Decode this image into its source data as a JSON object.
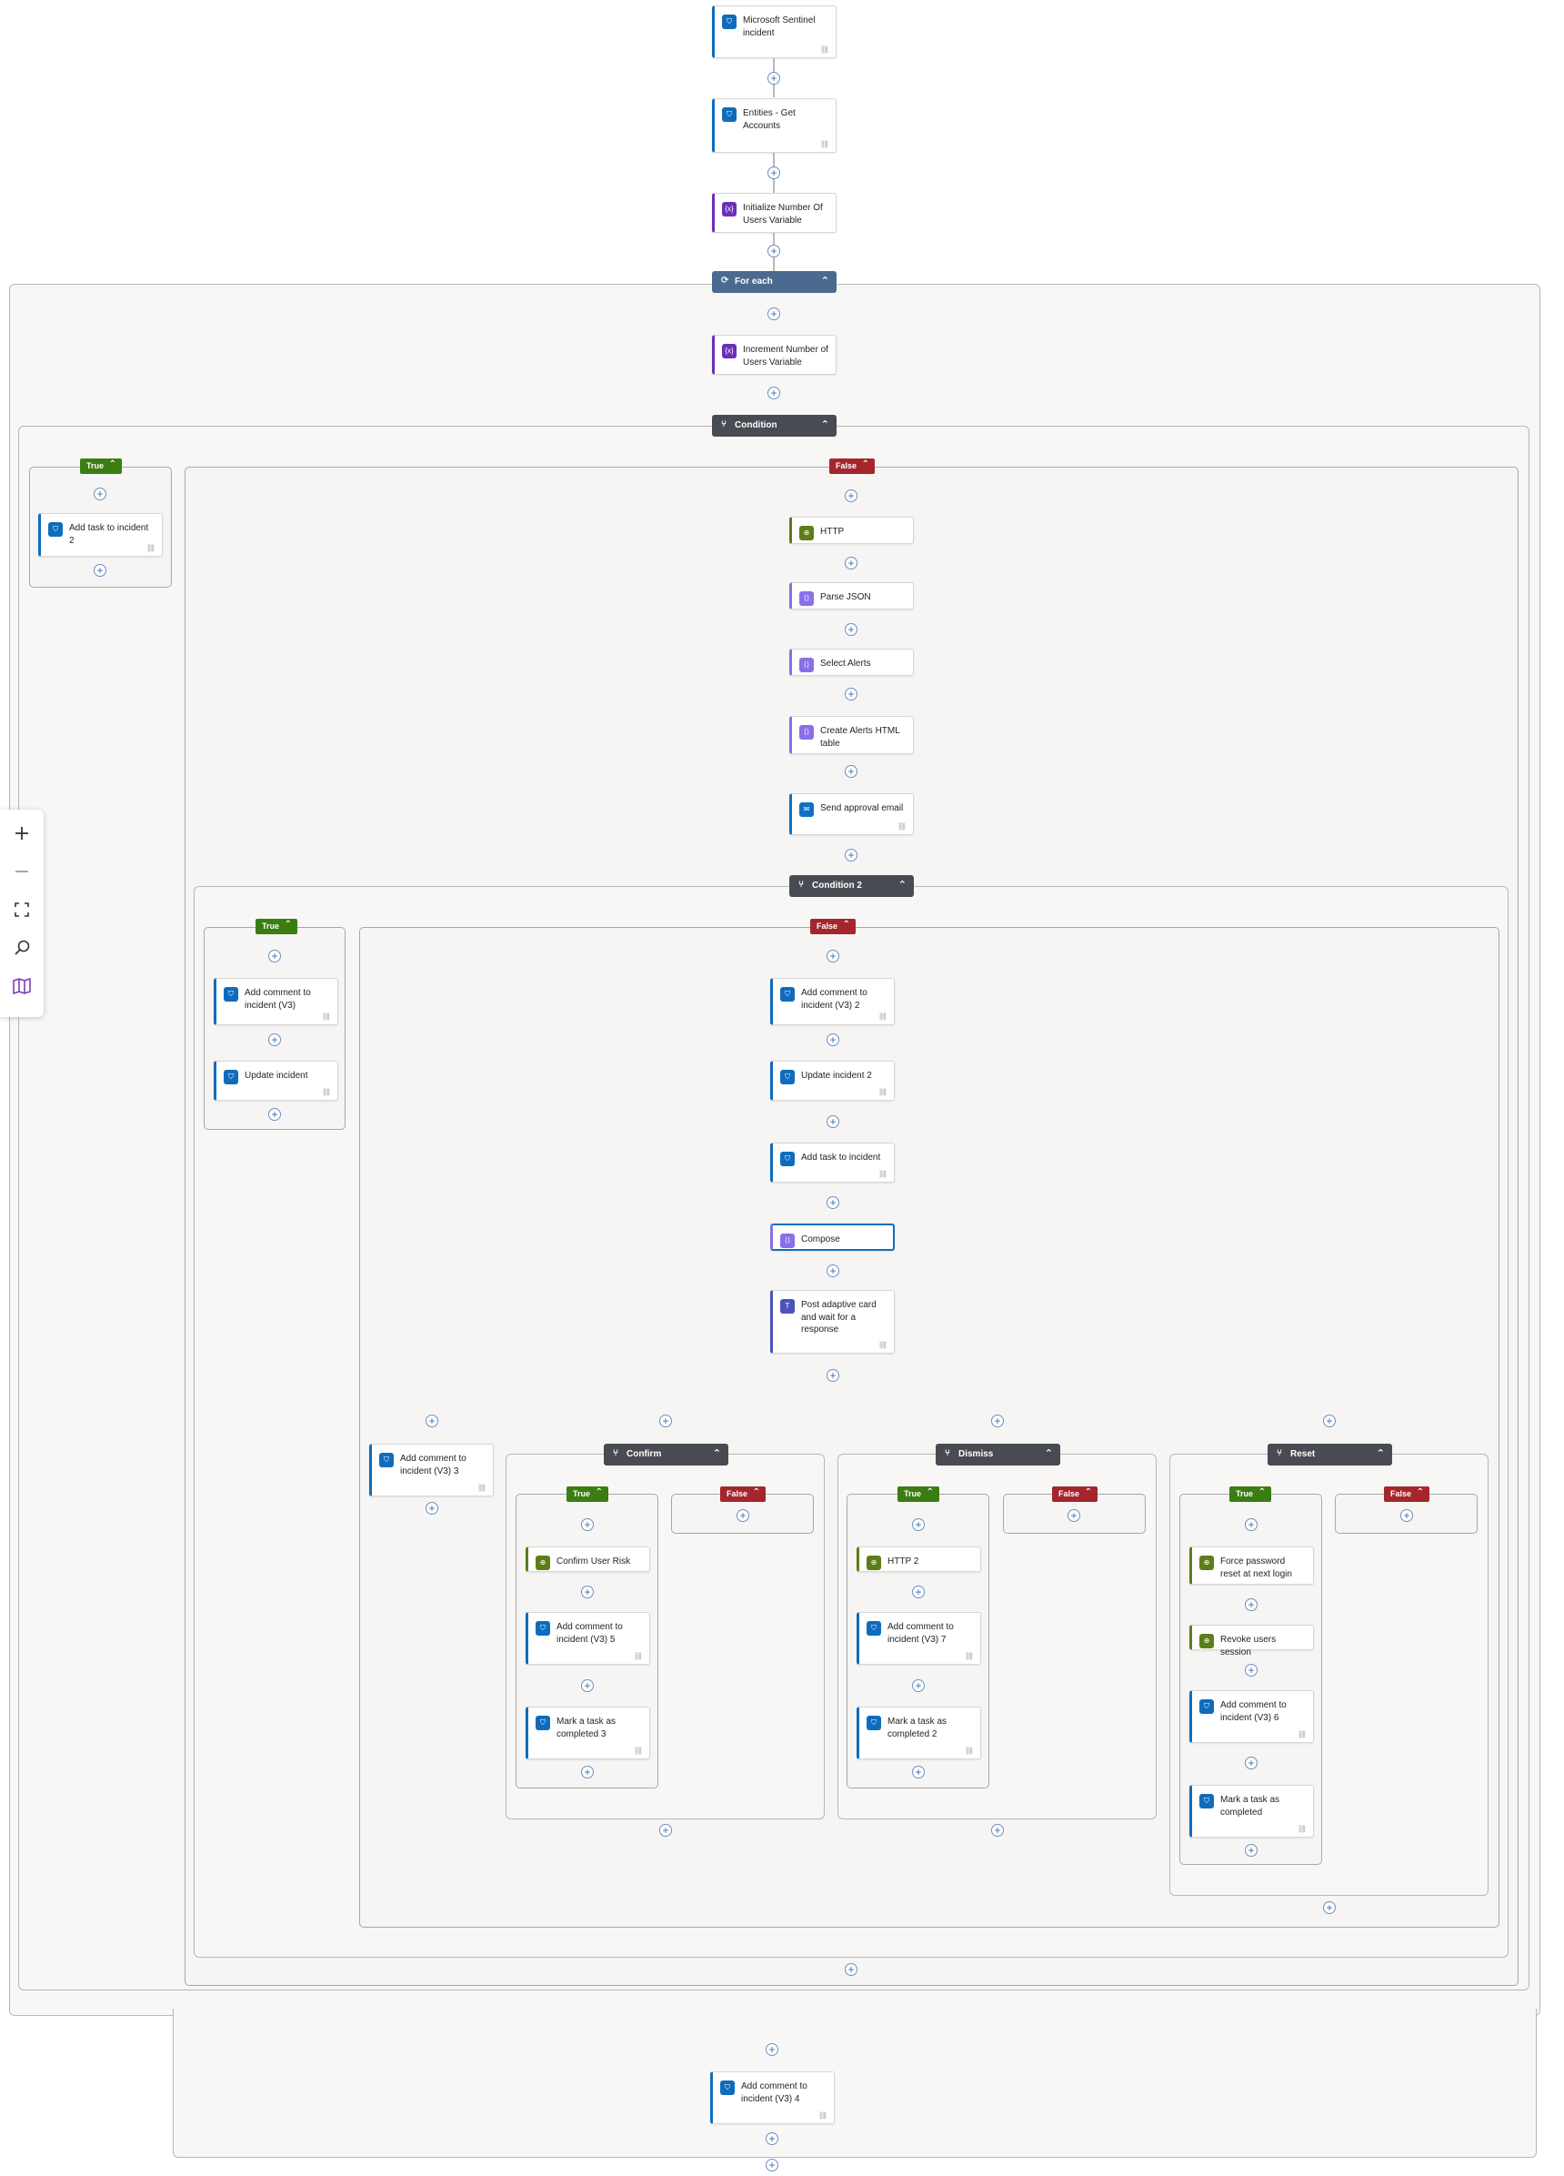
{
  "flow": {
    "nodes": {
      "n1": {
        "label": "Microsoft Sentinel incident",
        "icon": "sentinel-icon"
      },
      "n2": {
        "label": "Entities - Get Accounts",
        "icon": "sentinel-icon"
      },
      "n3": {
        "label": "Initialize Number Of Users Variable",
        "icon": "variable-icon"
      },
      "n4": {
        "label": "Increment Number of Users Variable",
        "icon": "variable-icon"
      },
      "n5": {
        "label": "Add task to incident 2",
        "icon": "sentinel-icon"
      },
      "n6": {
        "label": "HTTP",
        "icon": "http-icon"
      },
      "n7": {
        "label": "Parse JSON",
        "icon": "data-operation-icon"
      },
      "n8": {
        "label": "Select Alerts",
        "icon": "data-operation-icon"
      },
      "n9": {
        "label": "Create Alerts HTML table",
        "icon": "data-operation-icon"
      },
      "n10": {
        "label": "Send approval email",
        "icon": "outlook-icon"
      },
      "n11": {
        "label": "Add comment to incident (V3)",
        "icon": "sentinel-icon"
      },
      "n12": {
        "label": "Update incident",
        "icon": "sentinel-icon"
      },
      "n13": {
        "label": "Add comment to incident (V3) 2",
        "icon": "sentinel-icon"
      },
      "n14": {
        "label": "Update incident 2",
        "icon": "sentinel-icon"
      },
      "n15": {
        "label": "Add task to incident",
        "icon": "sentinel-icon"
      },
      "n16": {
        "label": "Compose",
        "icon": "data-operation-icon"
      },
      "n17": {
        "label": "Post adaptive card and wait for a response",
        "icon": "teams-icon"
      },
      "n18": {
        "label": "Add comment to incident (V3) 3",
        "icon": "sentinel-icon"
      },
      "n19": {
        "label": "Confirm User Risk",
        "icon": "http-icon"
      },
      "n20": {
        "label": "Add comment to incident (V3) 5",
        "icon": "sentinel-icon"
      },
      "n21": {
        "label": "Mark a task as completed 3",
        "icon": "sentinel-icon"
      },
      "n22": {
        "label": "HTTP 2",
        "icon": "http-icon"
      },
      "n23": {
        "label": "Add comment to incident (V3) 7",
        "icon": "sentinel-icon"
      },
      "n24": {
        "label": "Mark a task as completed 2",
        "icon": "sentinel-icon"
      },
      "n25": {
        "label": "Force password reset at next login",
        "icon": "http-icon"
      },
      "n26": {
        "label": "Revoke users session",
        "icon": "http-icon"
      },
      "n27": {
        "label": "Add comment to incident (V3) 6",
        "icon": "sentinel-icon"
      },
      "n28": {
        "label": "Mark a task as completed",
        "icon": "sentinel-icon"
      },
      "n29": {
        "label": "Add comment to incident (V3) 4",
        "icon": "sentinel-icon"
      }
    },
    "headers": {
      "foreach": "For each",
      "condition": "Condition",
      "condition2": "Condition 2",
      "confirm": "Confirm",
      "dismiss": "Dismiss",
      "reset": "Reset"
    },
    "branch_labels": {
      "true": "True",
      "false": "False"
    }
  },
  "colors": {
    "sentinel": "#0f6cbd",
    "variable": "#6b2fba",
    "http": "#5c7e17",
    "data_operation": "#8a6fe8",
    "outlook": "#1170c8",
    "teams": "#4b53bc",
    "foreach_header": "#4a6a8f",
    "condition_header": "#484b52",
    "true_branch": "#3b7d12",
    "false_branch": "#a4262c"
  },
  "zoom_controls": [
    {
      "name": "zoom-in-button",
      "icon": "plus-icon"
    },
    {
      "name": "zoom-out-button",
      "icon": "minus-icon"
    },
    {
      "name": "fit-view-button",
      "icon": "fit-view-icon"
    },
    {
      "name": "search-button",
      "icon": "search-icon"
    },
    {
      "name": "minimap-button",
      "icon": "map-icon"
    }
  ]
}
